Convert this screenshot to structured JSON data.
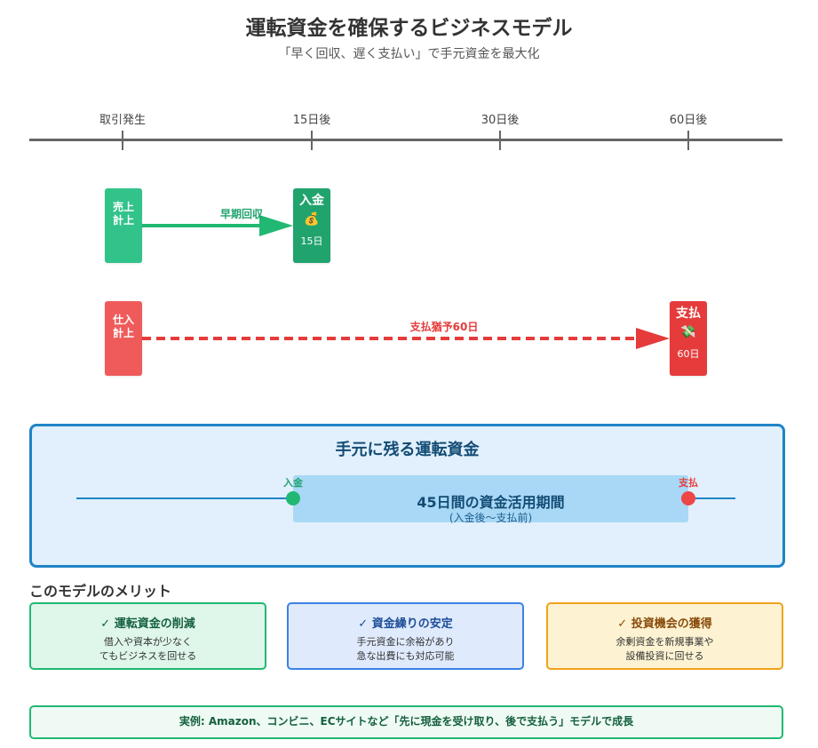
{
  "title": "運転資金を確保するビジネスモデル",
  "subtitle": "「早く回収、遅く支払い」で手元資金を最大化",
  "timeline": {
    "ticks": [
      "取引発生",
      "15日後",
      "30日後",
      "60日後"
    ]
  },
  "flows": {
    "sales": {
      "start_label_line1": "売上",
      "start_label_line2": "計上",
      "arrow_label": "早期回収",
      "end_label": "入金",
      "end_icon": "💰",
      "end_days": "15日",
      "color": "#21a36e"
    },
    "purchase": {
      "start_label_line1": "仕入",
      "start_label_line2": "計上",
      "arrow_label": "支払猶予60日",
      "end_label": "支払",
      "end_icon": "💸",
      "end_days": "60日",
      "color": "#e53b3b"
    }
  },
  "panel": {
    "title": "手元に残る運転資金",
    "in_label": "入金",
    "out_label": "支払",
    "period_main": "45日間の資金活用期間",
    "period_sub": "(入金後〜支払前)"
  },
  "merits": {
    "heading": "このモデルのメリット",
    "cards": [
      {
        "title": "✓ 運転資金の削減",
        "line1": "借入や資本が少なく",
        "line2": "てもビジネスを回せる"
      },
      {
        "title": "✓ 資金繰りの安定",
        "line1": "手元資金に余裕があり",
        "line2": "急な出費にも対応可能"
      },
      {
        "title": "✓ 投資機会の獲得",
        "line1": "余剰資金を新規事業や",
        "line2": "設備投資に回せる"
      }
    ]
  },
  "example": "実例: Amazon、コンビニ、ECサイトなど「先に現金を受け取り、後で支払う」モデルで成長"
}
